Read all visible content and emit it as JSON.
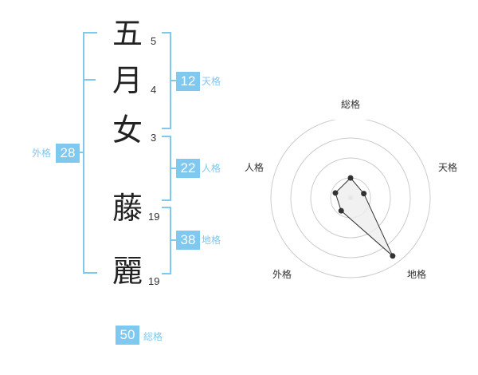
{
  "name_chars": [
    {
      "char": "五",
      "strokes": "5"
    },
    {
      "char": "月",
      "strokes": "4"
    },
    {
      "char": "女",
      "strokes": "3"
    },
    {
      "char": "藤",
      "strokes": "19"
    },
    {
      "char": "麗",
      "strokes": "19"
    }
  ],
  "kaku": {
    "tenkaku": {
      "value": "12",
      "label": "天格"
    },
    "jinkaku": {
      "value": "22",
      "label": "人格"
    },
    "chikaku": {
      "value": "38",
      "label": "地格"
    },
    "gaikaku": {
      "value": "28",
      "label": "外格"
    },
    "soukaku": {
      "value": "50",
      "label": "総格"
    }
  },
  "colors": {
    "accent": "#7fc8f0",
    "chart_fill": "#eeeeee",
    "chart_line": "#333333",
    "grid": "#cccccc"
  },
  "chart_data": {
    "type": "radar",
    "axes": [
      "総格",
      "天格",
      "地格",
      "外格",
      "人格"
    ],
    "levels": 4,
    "range": [
      0,
      4
    ],
    "values": [
      1.0,
      0.7,
      3.6,
      0.8,
      0.8
    ],
    "grid": true
  }
}
